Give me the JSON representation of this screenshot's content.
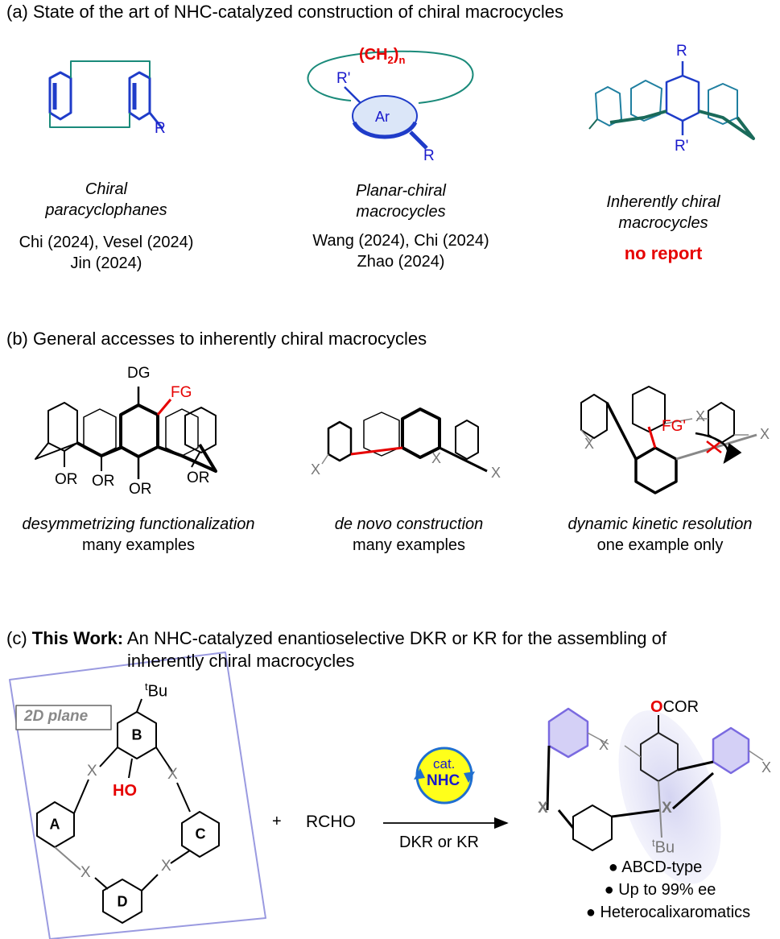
{
  "section_a": {
    "heading": "(a) State of the art of NHC-catalyzed construction of chiral macrocycles",
    "items": [
      {
        "caption": [
          "Chiral",
          "paracyclophanes"
        ],
        "refs": [
          "Chi (2024), Vesel (2024)",
          "Jin  (2024)"
        ],
        "substituent": "R"
      },
      {
        "caption": [
          "Planar-chiral",
          "macrocycles"
        ],
        "refs": [
          "Wang (2024), Chi (2024)",
          "Zhao  (2024)"
        ],
        "chain": "(CH",
        "chain_sub": "2",
        "chain_close": ")",
        "chain_n": "n",
        "ring": "Ar",
        "r_prime": "R'",
        "r": "R"
      },
      {
        "caption": [
          "Inherently chiral",
          "macrocycles"
        ],
        "highlight": "no report",
        "r": "R",
        "r_prime": "R'"
      }
    ]
  },
  "section_b": {
    "heading": "(b) General accesses to inherently chiral macrocycles",
    "items": [
      {
        "caption": "desymmetrizing functionalization",
        "note": "many examples",
        "dg": "DG",
        "fg": "FG",
        "or": "OR"
      },
      {
        "caption": "de novo construction",
        "note": "many examples",
        "x": "X"
      },
      {
        "caption": "dynamic kinetic resolution",
        "note": "one example only",
        "fg": "FG'",
        "x": "X"
      }
    ]
  },
  "section_c": {
    "heading_prefix": "(c) ",
    "heading_bold": "This Work:",
    "heading_line1": " An NHC-catalyzed enantioselective DKR or KR for the assembling of",
    "heading_line2": "inherently chiral macrocycles",
    "plane_label": "2D plane",
    "tbu_t": "t",
    "tbu": "Bu",
    "ho": "HO",
    "x": "X",
    "rings": [
      "A",
      "B",
      "C",
      "D"
    ],
    "plus": "+",
    "reagent": "RCHO",
    "catalyst_top": "cat.",
    "catalyst_bottom": "NHC",
    "condition": "DKR or KR",
    "product_o": "O",
    "product_cor": "COR",
    "features": [
      "● ABCD-type",
      "●  Up to 99% ee",
      "● Heterocalixaromatics"
    ]
  }
}
